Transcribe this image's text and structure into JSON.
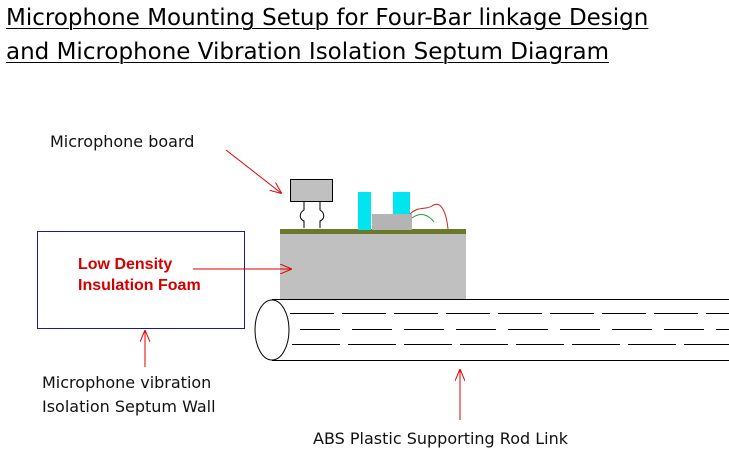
{
  "title": {
    "line1": "Microphone Mounting Setup for Four-Bar linkage Design",
    "line2": "and Microphone Vibration Isolation Septum Diagram"
  },
  "labels": {
    "microphone_board": "Microphone board",
    "foam_line1": "Low Density",
    "foam_line2": "Insulation Foam",
    "septum_line1": "Microphone vibration",
    "septum_line2": "Isolation Septum Wall",
    "rod": "ABS Plastic Supporting Rod Link"
  },
  "colors": {
    "annotation_arrow": "#e00000",
    "foam_label": "#d40000",
    "septum_box": "#1a1aa0",
    "foam_block": "#c0c0c0",
    "board_strip": "#6b7a2a",
    "mic_posts": "#00e5f0",
    "wire_red": "#d02020",
    "wire_green": "#20a040"
  }
}
